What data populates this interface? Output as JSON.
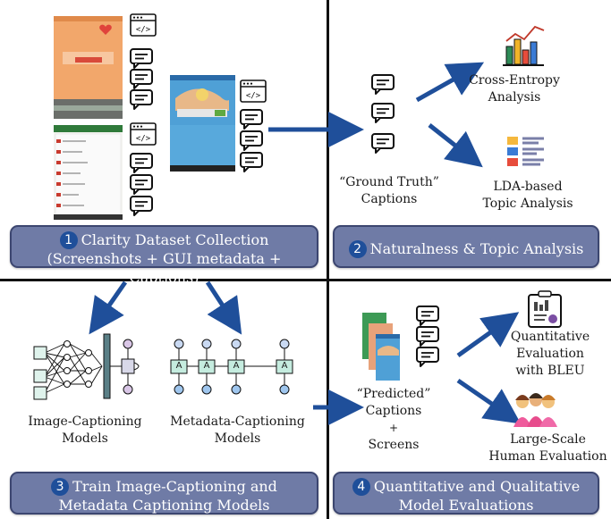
{
  "quadrant1": {
    "step": "1",
    "title_line1": "Clarity Dataset Collection",
    "title_line2": "(Screenshots + GUI metadata + Captions)"
  },
  "quadrant2": {
    "step": "2",
    "title": "Naturalness & Topic Analysis",
    "ground_truth_line1": "“Ground Truth”",
    "ground_truth_line2": "Captions",
    "cross_entropy_line1": "Cross-Entropy",
    "cross_entropy_line2": "Analysis",
    "lda_line1": "LDA-based",
    "lda_line2": "Topic Analysis"
  },
  "quadrant3": {
    "step": "3",
    "title_line1": "Train Image-Captioning and",
    "title_line2": "Metadata Captioning Models",
    "image_models_line1": "Image-Captioning",
    "image_models_line2": "Models",
    "metadata_models_line1": "Metadata-Captioning",
    "metadata_models_line2": "Models",
    "rnn_cell": "A"
  },
  "quadrant4": {
    "step": "4",
    "title_line1": "Quantitative and Qualitative",
    "title_line2": "Model Evaluations",
    "predicted_line1": "“Predicted”",
    "predicted_line2": "Captions",
    "plus": "+",
    "screens": "Screens",
    "bleu_line1": "Quantitative",
    "bleu_line2": "Evaluation",
    "bleu_line3": "with BLEU",
    "human_line1": "Large-Scale",
    "human_line2": "Human Evaluation"
  },
  "code_tag": "</>",
  "colors": {
    "arrow": "#1f4f9a",
    "banner": "#6f7ba6",
    "divider": "#111111"
  }
}
